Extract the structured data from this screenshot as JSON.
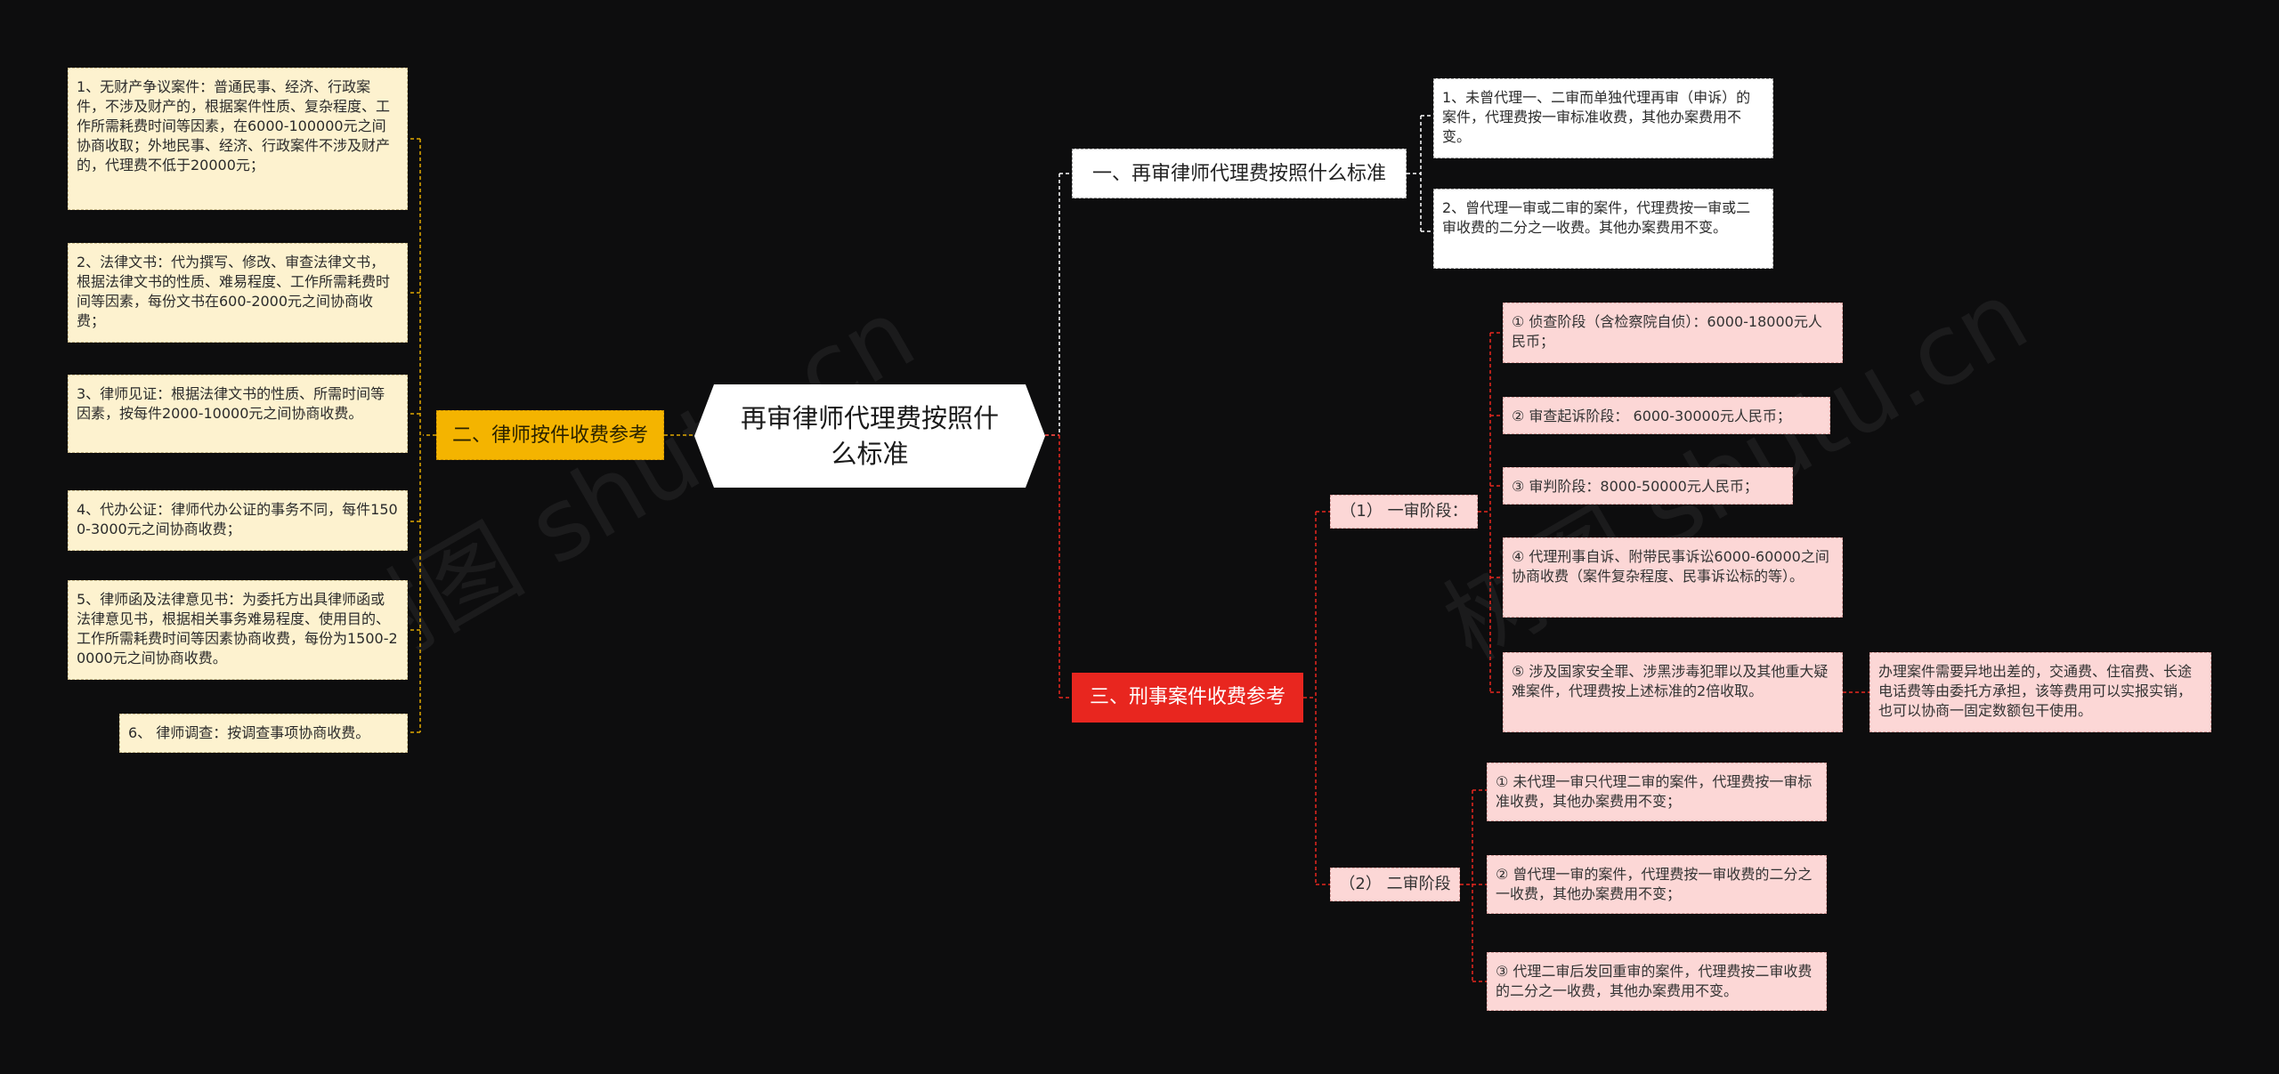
{
  "root": {
    "title": "再审律师代理费按照什么标准"
  },
  "watermark": "树图 shutu.cn",
  "colors": {
    "background": "#0d0d0e",
    "branch_left": "#f4b400",
    "branch_top": "#ffffff",
    "branch_bottom": "#e8261f",
    "leaf_yellow": "#fdf2cf",
    "leaf_pink": "#fcd7d6",
    "connector_left": "#e0a800",
    "connector_top": "#ffffff",
    "connector_bottom": "#e8261f"
  },
  "left_branch": {
    "label": "二、律师按件收费参考",
    "items": [
      "1、无财产争议案件：普通民事、经济、行政案件，不涉及财产的，根据案件性质、复杂程度、工作所需耗费时间等因素，在6000-100000元之间协商收取；外地民事、经济、行政案件不涉及财产的，代理费不低于20000元；",
      "2、法律文书：代为撰写、修改、审查法律文书，根据法律文书的性质、难易程度、工作所需耗费时间等因素，每份文书在600-2000元之间协商收费；",
      "3、律师见证：根据法律文书的性质、所需时间等因素，按每件2000-10000元之间协商收费。",
      "4、代办公证：律师代办公证的事务不同，每件1500-3000元之间协商收费；",
      "5、律师函及法律意见书：为委托方出具律师函或法律意见书，根据相关事务难易程度、使用目的、工作所需耗费时间等因素协商收费，每份为1500-20000元之间协商收费。",
      "6、 律师调查：按调查事项协商收费。"
    ]
  },
  "top_branch": {
    "label": "一、再审律师代理费按照什么标准",
    "items": [
      "1、未曾代理一、二审而单独代理再审（申诉）的案件，代理费按一审标准收费，其他办案费用不变。",
      "2、曾代理一审或二审的案件，代理费按一审或二审收费的二分之一收费。其他办案费用不变。"
    ]
  },
  "bottom_branch": {
    "label": "三、刑事案件收费参考",
    "first_instance": {
      "label": "（1） 一审阶段：",
      "items": [
        "① 侦查阶段（含检察院自侦）：6000-18000元人民币；",
        "② 审查起诉阶段： 6000-30000元人民币；",
        "③ 审判阶段：8000-50000元人民币；",
        "④ 代理刑事自诉、附带民事诉讼6000-60000之间协商收费（案件复杂程度、民事诉讼标的等）。",
        "⑤ 涉及国家安全罪、涉黑涉毒犯罪以及其他重大疑难案件，代理费按上述标准的2倍收取。"
      ],
      "note": "办理案件需要异地出差的，交通费、住宿费、长途电话费等由委托方承担，该等费用可以实报实销，也可以协商一固定数额包干使用。"
    },
    "second_instance": {
      "label": "（2） 二审阶段",
      "items": [
        "① 未代理一审只代理二审的案件，代理费按一审标准收费，其他办案费用不变；",
        "② 曾代理一审的案件，代理费按一审收费的二分之一收费，其他办案费用不变；",
        "③ 代理二审后发回重审的案件，代理费按二审收费的二分之一收费，其他办案费用不变。"
      ]
    }
  }
}
